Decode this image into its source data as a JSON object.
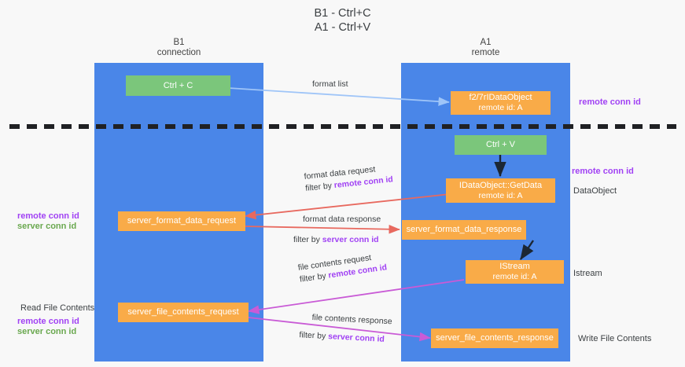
{
  "title": {
    "line1": "B1 - Ctrl+C",
    "line2": "A1 - Ctrl+V"
  },
  "lanes": [
    {
      "id": "b1",
      "title": "B1",
      "subtitle": "connection",
      "color": "#4a86e8"
    },
    {
      "id": "a1",
      "title": "A1",
      "subtitle": "remote",
      "color": "#4a86e8"
    }
  ],
  "colors": {
    "lane": "#4a86e8",
    "node_green": "#7bc67b",
    "node_orange": "#f9ab48",
    "arrow_blue": "#9fc5f8",
    "arrow_red": "#e8695f",
    "arrow_magenta": "#c95bd6",
    "arrow_black": "#1c2733",
    "key_remote": "#a142f4",
    "key_server": "#6aa84f",
    "divider": "#202124"
  },
  "nodes": {
    "ctrl_c": {
      "line1": "Ctrl + C",
      "line2": ""
    },
    "idataobject": {
      "line1": "f2/7rIDataObject",
      "line2": "remote id: A"
    },
    "ctrl_v": {
      "line1": "Ctrl + V",
      "line2": ""
    },
    "getdata": {
      "line1": "IDataObject::GetData",
      "line2": "remote id: A"
    },
    "fmt_request": {
      "line1": "server_format_data_request",
      "line2": ""
    },
    "fmt_response": {
      "line1": "server_format_data_response",
      "line2": ""
    },
    "istream": {
      "line1": "IStream",
      "line2": "remote id: A"
    },
    "file_request": {
      "line1": "server_file_contents_request",
      "line2": ""
    },
    "file_response": {
      "line1": "server_file_contents_response",
      "line2": ""
    }
  },
  "edge_labels": {
    "format_list": "format list",
    "format_data_request": "format data request",
    "format_data_request_filter_prefix": "filter by ",
    "format_data_request_filter_key": "remote conn id",
    "format_data_response": "format data response",
    "format_data_response_filter_prefix": "filter by ",
    "format_data_response_filter_key": "server conn id",
    "file_contents_request": "file contents request",
    "file_contents_request_filter_prefix": "filter by ",
    "file_contents_request_filter_key": "remote conn id",
    "file_contents_response": "file contents response",
    "file_contents_response_filter_prefix": "filter by ",
    "file_contents_response_filter_key": "server conn id"
  },
  "annotations": {
    "right_top_remote_conn_id": "remote conn id",
    "right_mid_remote_conn_id": "remote conn id",
    "right_dataobject": "DataObject",
    "right_istream": "Istream",
    "right_write_file_contents": "Write File Contents",
    "left_remote_conn_id": "remote conn id",
    "left_server_conn_id": "server conn id",
    "left_read_file_contents": "Read File Contents",
    "left_remote_conn_id_2": "remote conn id",
    "left_server_conn_id_2": "server conn id"
  }
}
